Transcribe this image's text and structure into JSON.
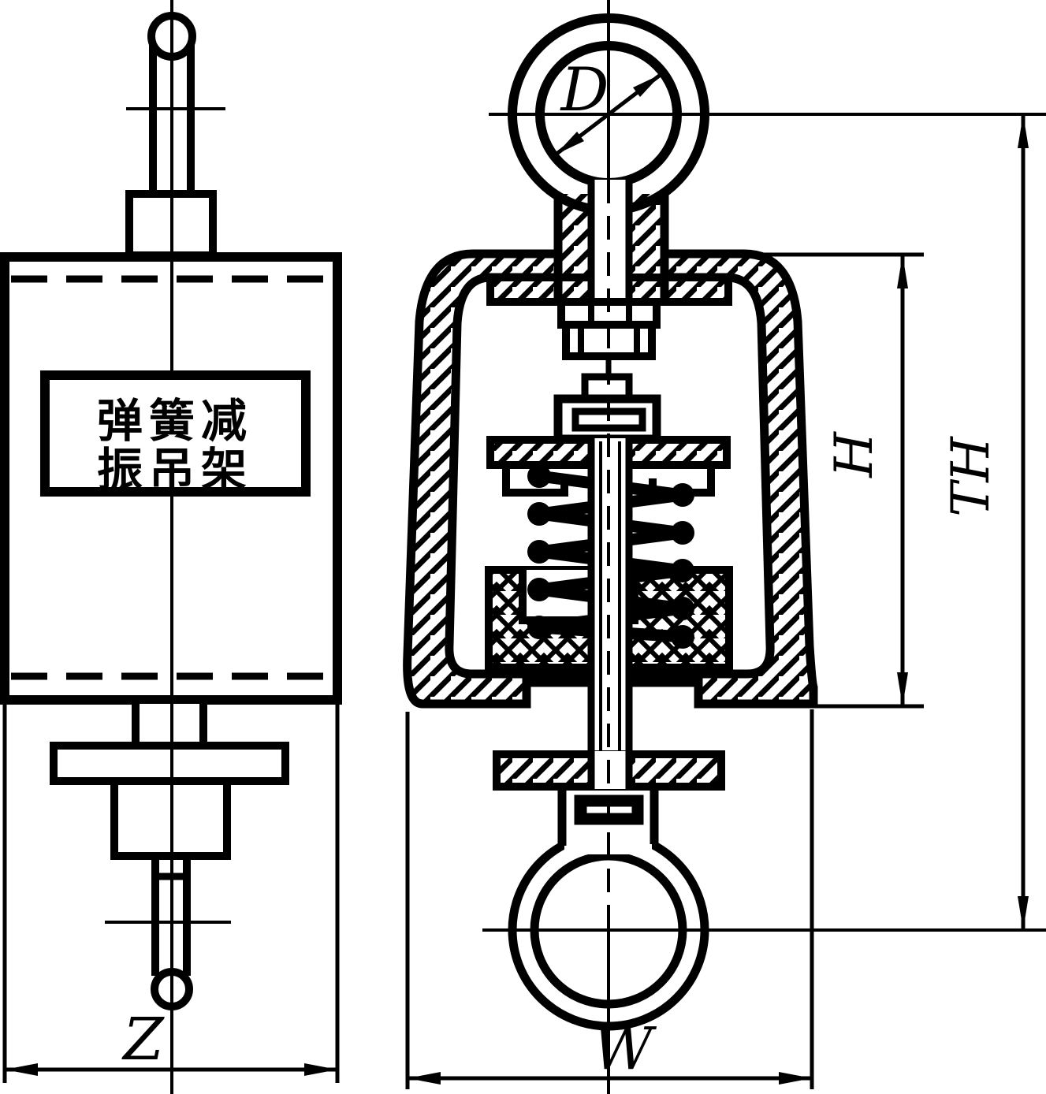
{
  "title": "spring-vibration-hanger-technical-drawing",
  "colors": {
    "line": "#000000",
    "background": "#ffffff"
  },
  "left_view": {
    "label_box": {
      "line1": "弹簧减",
      "line2": "振吊架"
    },
    "dimension_width": "Z"
  },
  "right_view": {
    "dimension_eye_diameter": "D",
    "dimension_housing_height": "H",
    "dimension_total_height": "TH",
    "dimension_width": "W"
  }
}
